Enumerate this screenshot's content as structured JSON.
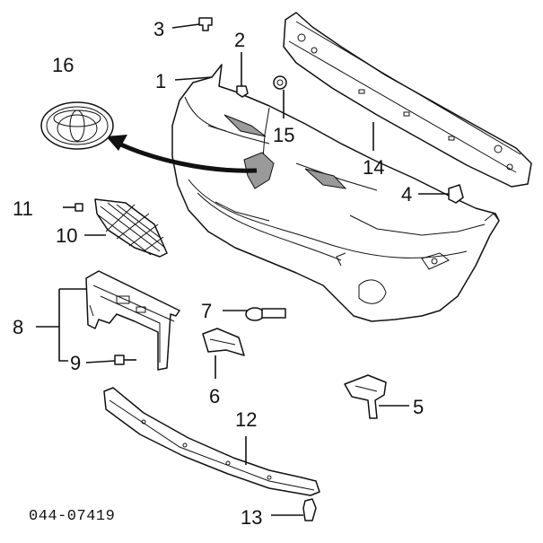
{
  "callouts": {
    "c1": "1",
    "c2": "2",
    "c3": "3",
    "c4": "4",
    "c5": "5",
    "c6": "6",
    "c7": "7",
    "c8": "8",
    "c9": "9",
    "c10": "10",
    "c11": "11",
    "c12": "12",
    "c13": "13",
    "c14": "14",
    "c15": "15",
    "c16": "16"
  },
  "diagram_code": "044-07419"
}
